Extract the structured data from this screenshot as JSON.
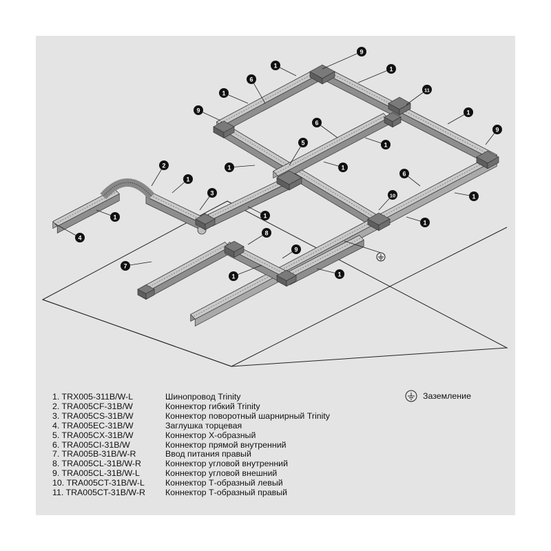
{
  "legend": [
    {
      "code": "1.  TRX005-311B/W-L",
      "desc": "Шинопровод Trinity"
    },
    {
      "code": "2. TRA005CF-31B/W",
      "desc": "Коннектор гибкий Trinity"
    },
    {
      "code": "3. TRA005CS-31B/W",
      "desc": "Коннектор поворотный шарнирный Trinity"
    },
    {
      "code": "4. TRA005EC-31B/W",
      "desc": "Заглушка торцевая"
    },
    {
      "code": "5. TRA005CX-31B/W",
      "desc": "Коннектор X-образный"
    },
    {
      "code": "6. TRA005CI-31B/W",
      "desc": "Коннектор прямой внутренний"
    },
    {
      "code": "7. TRA005B-31B/W-R",
      "desc": "Ввод питания правый"
    },
    {
      "code": "8. TRA005CL-31B/W-R",
      "desc": "Коннектор угловой внутренний"
    },
    {
      "code": "9. TRA005CL-31B/W-L",
      "desc": "Коннектор угловой внешний"
    },
    {
      "code": "10. TRA005CT-31B/W-L",
      "desc": "Коннектор Т-образный левый"
    },
    {
      "code": "11. TRA005CT-31B/W-R",
      "desc": "Коннектор Т-образный правый"
    }
  ],
  "ground_label": "Заземление",
  "callouts": [
    "9",
    "1",
    "1",
    "6",
    "11",
    "1",
    "9",
    "6",
    "1",
    "9",
    "5",
    "1",
    "1",
    "2",
    "1",
    "6",
    "3",
    "1",
    "1",
    "1",
    "10",
    "1",
    "4",
    "1",
    "8",
    "9",
    "7",
    "1",
    "1"
  ],
  "colors": {
    "panel": "#e4e4e4",
    "rail_top": "#c9c9c9",
    "rail_side": "#8e8e8e",
    "connector": "#7a7a7a",
    "ink": "#111111"
  }
}
